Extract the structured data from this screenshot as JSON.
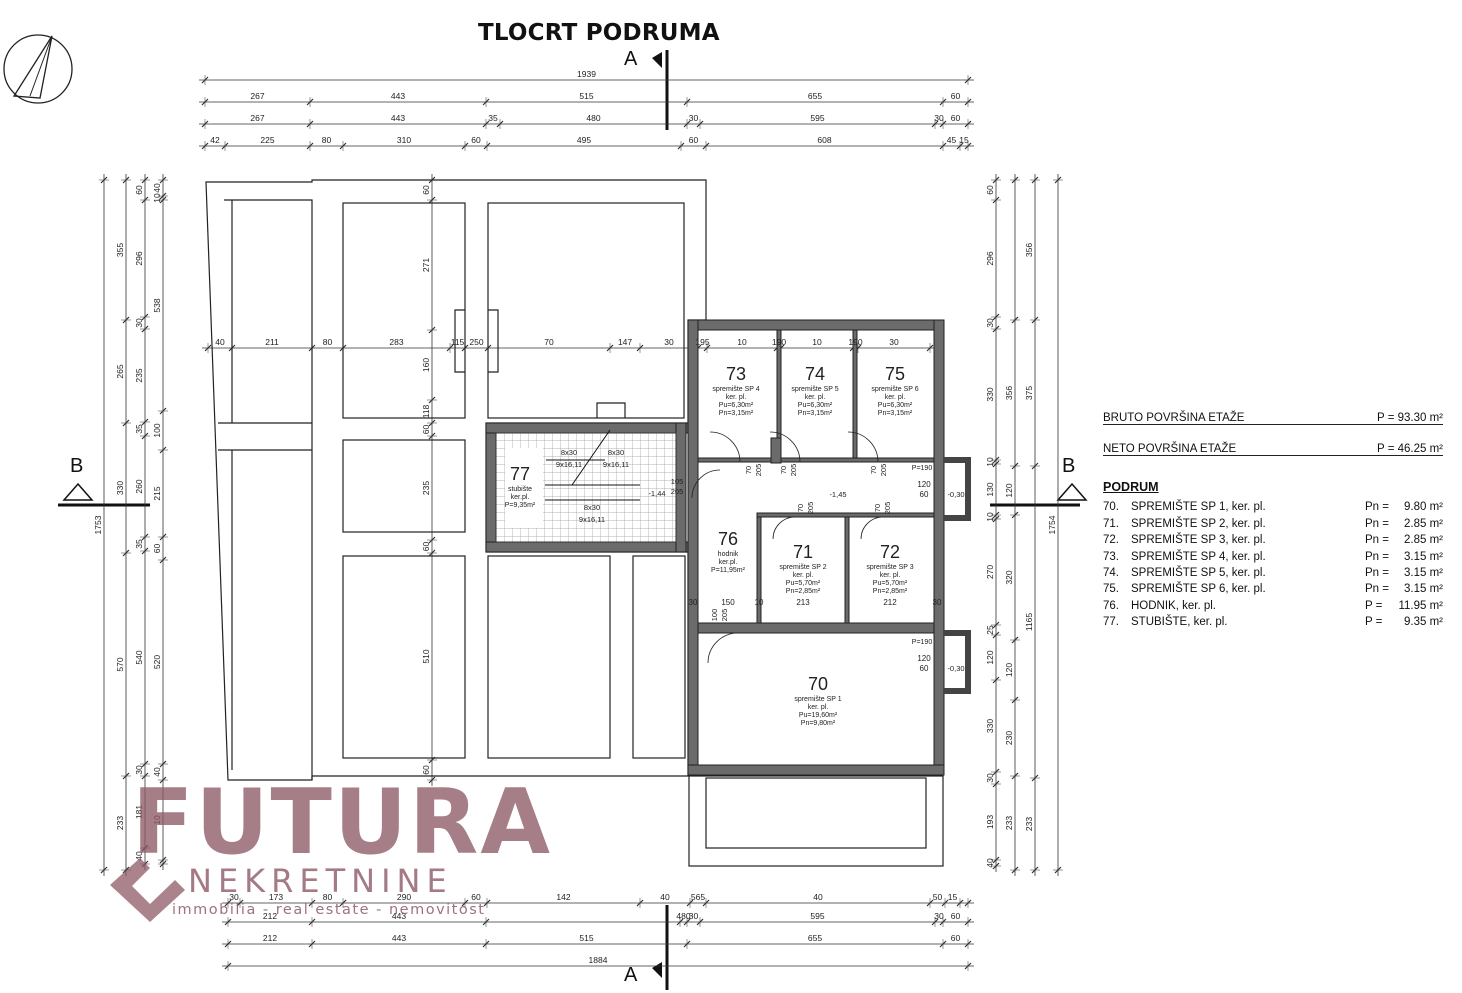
{
  "title": "TLOCRT PODRUMA",
  "section_marks": {
    "a": "A",
    "b": "B"
  },
  "dims_top": {
    "overall": "1939",
    "row2": [
      "267",
      "443",
      "515",
      "655",
      "60"
    ],
    "row3": [
      "267",
      "443",
      "35",
      "480",
      "30",
      "595",
      "30",
      "60"
    ],
    "row4": [
      "42",
      "225",
      "80",
      "310",
      "60",
      "495",
      "60",
      "608",
      "45",
      "15"
    ]
  },
  "dims_bottom": {
    "overall": "1884",
    "row2": [
      "212",
      "443",
      "515",
      "655",
      "60"
    ],
    "row3": [
      "212",
      "443",
      "480",
      "30",
      "595",
      "30",
      "60"
    ],
    "row4": [
      "30",
      "173",
      "80",
      "290",
      "60",
      "142",
      "40",
      "565",
      "40",
      "50",
      "15"
    ]
  },
  "dims_left": {
    "overall": "1753",
    "col2": [
      "355",
      "265",
      "330",
      "570",
      "233"
    ],
    "col3": [
      "60",
      "296",
      "30",
      "235",
      "35",
      "260",
      "35",
      "540",
      "30",
      "181",
      "40"
    ],
    "col4": [
      "40",
      "10",
      "538",
      "100",
      "215",
      "60",
      "520",
      "40",
      "10"
    ]
  },
  "dims_right": {
    "overall": "1754",
    "col2": [
      "356",
      "375",
      "1165",
      "233"
    ],
    "col3": [
      "60",
      "296",
      "30",
      "330",
      "10",
      "130",
      "10",
      "270",
      "25",
      "120",
      "330",
      "30",
      "193",
      "40"
    ],
    "col4": [
      "356",
      "120",
      "320",
      "120",
      "230",
      "233"
    ]
  },
  "inner_dims": {
    "horizontal": [
      "40",
      "211",
      "80",
      "283",
      "115",
      "250",
      "70",
      "147",
      "30",
      "195",
      "10",
      "190",
      "10",
      "190",
      "30"
    ],
    "vertical": [
      "60",
      "271",
      "160",
      "118",
      "60",
      "235",
      "60",
      "510",
      "60"
    ]
  },
  "rooms": [
    {
      "no": "73",
      "name": "spremište SP 4",
      "floor": "ker. pl.",
      "p1": "Pu=6,30m²",
      "p2": "Pn=3,15m²"
    },
    {
      "no": "74",
      "name": "spremište SP 5",
      "floor": "ker. pl.",
      "p1": "Pu=6,30m²",
      "p2": "Pn=3,15m²"
    },
    {
      "no": "75",
      "name": "spremište SP 6",
      "floor": "ker. pl.",
      "p1": "Pu=6,30m²",
      "p2": "Pn=3,15m²"
    },
    {
      "no": "77",
      "name": "stubište",
      "floor": "ker.pl.",
      "p1": "P=9,35m²",
      "p2": ""
    },
    {
      "no": "76",
      "name": "hodnik",
      "floor": "ker.pl.",
      "p1": "P=11,95m²",
      "p2": ""
    },
    {
      "no": "71",
      "name": "spremište SP 2",
      "floor": "ker. pl.",
      "p1": "Pu=5,70m²",
      "p2": "Pn=2,85m²"
    },
    {
      "no": "72",
      "name": "spremište SP 3",
      "floor": "ker. pl.",
      "p1": "Pu=5,70m²",
      "p2": "Pn=2,85m²"
    },
    {
      "no": "70",
      "name": "spremište SP 1",
      "floor": "ker. pl.",
      "p1": "Pu=19,60m²",
      "p2": "Pn=9,80m²"
    }
  ],
  "stairs": {
    "labels": [
      "8x30",
      "9x16,11",
      "8x30",
      "9x16,11",
      "8x30",
      "9x16,11"
    ],
    "level": "-1,44",
    "door": [
      "105",
      "205"
    ]
  },
  "plan_labels": {
    "level_hall": "-1,45",
    "doors_top": [
      "70",
      "205",
      "70",
      "205",
      "70",
      "205"
    ],
    "doors_mid": [
      "70",
      "205",
      "70",
      "205"
    ],
    "door_low": [
      "100",
      "205"
    ],
    "storage_widths": [
      "213",
      "212"
    ],
    "low_dims": [
      "30",
      "150",
      "10",
      "30"
    ],
    "shaft": [
      "P=190",
      "120",
      "60",
      "-0,30"
    ],
    "shaft2": [
      "P=190",
      "120",
      "60",
      "-0,30"
    ]
  },
  "legend": {
    "gross_label": "BRUTO POVRŠINA ETAŽE",
    "gross_value": "P = 93.30 m²",
    "net_label": "NETO POVRŠINA ETAŽE",
    "net_value": "P = 46.25 m²",
    "heading": "PODRUM",
    "items": [
      {
        "n": "70.",
        "label": "SPREMIŠTE SP 1, ker. pl.",
        "sym": "Pn",
        "eq": "=",
        "val": "9.80",
        "unit": "m²"
      },
      {
        "n": "71.",
        "label": "SPREMIŠTE SP 2, ker. pl.",
        "sym": "Pn",
        "eq": "=",
        "val": "2.85",
        "unit": "m²"
      },
      {
        "n": "72.",
        "label": "SPREMIŠTE SP 3, ker. pl.",
        "sym": "Pn",
        "eq": "=",
        "val": "2.85",
        "unit": "m²"
      },
      {
        "n": "73.",
        "label": "SPREMIŠTE SP 4, ker. pl.",
        "sym": "Pn",
        "eq": "=",
        "val": "3.15",
        "unit": "m²"
      },
      {
        "n": "74.",
        "label": "SPREMIŠTE SP 5, ker. pl.",
        "sym": "Pn",
        "eq": "=",
        "val": "3.15",
        "unit": "m²"
      },
      {
        "n": "75.",
        "label": "SPREMIŠTE SP 6, ker. pl.",
        "sym": "Pn",
        "eq": "=",
        "val": "3.15",
        "unit": "m²"
      },
      {
        "n": "76.",
        "label": "HODNIK, ker. pl.",
        "sym": "P",
        "eq": "=",
        "val": "11.95",
        "unit": "m²"
      },
      {
        "n": "77.",
        "label": "STUBIŠTE, ker. pl.",
        "sym": "P",
        "eq": "=",
        "val": "9.35",
        "unit": "m²"
      }
    ]
  },
  "watermark": {
    "main": "FUTURA",
    "sub": "NEKRETNINE",
    "tagline": "immobilia - real estate - nemovitost",
    "color": "#8e5a67"
  }
}
